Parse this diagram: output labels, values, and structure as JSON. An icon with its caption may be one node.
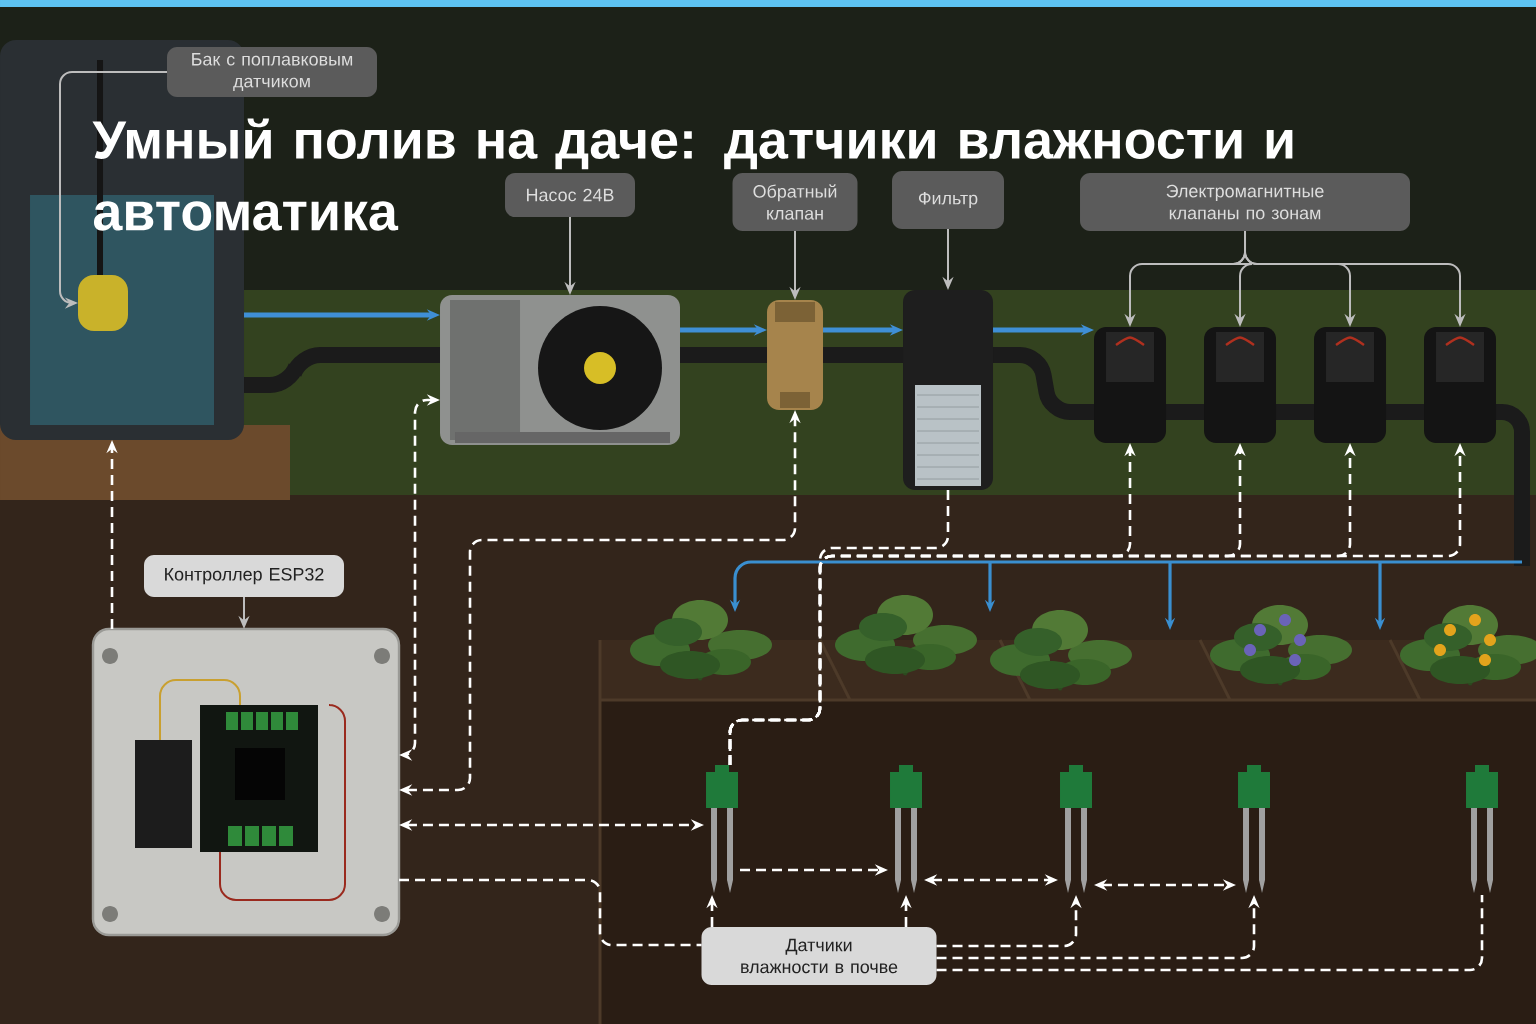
{
  "diagram": {
    "title": "Умный полив на даче: датчики влажности и автоматика",
    "nodes": [
      {
        "text": [
          "Бак с поплавковым датчиком"
        ]
      },
      {
        "text": [
          "Насос 24В"
        ]
      },
      {
        "text": [
          "Обратный клапан"
        ]
      },
      {
        "text": [
          "Фильтр"
        ]
      },
      {
        "text": [
          "Электромагнитные клапаны по зонам"
        ]
      },
      {
        "text": [
          "Контроллер ESP32"
        ]
      },
      {
        "text": [
          "Датчики влажности в почве"
        ]
      },
      {
        "text": [],
        "shape": "cylinder"
      },
      {
        "text": [],
        "shape": "cylinder",
        "in": 7
      },
      {
        "text": [],
        "shape": "picture"
      },
      {
        "text": [],
        "shape": "picture"
      },
      {
        "text": [],
        "shape": "picture"
      },
      {
        "text": [],
        "shape": "picture"
      },
      {
        "text": [],
        "shape": "picture"
      },
      {
        "text": [],
        "shape": "picture"
      },
      {
        "text": [],
        "shape": "picture"
      },
      {
        "text": [],
        "shape": "box"
      },
      {
        "text": [],
        "shape": "picture"
      },
      {
        "text": [],
        "shape": "picture"
      },
      {
        "text": [],
        "shape": "picture"
      },
      {
        "text": [],
        "shape": "picture"
      },
      {
        "text": [],
        "shape": "picture"
      }
    ],
    "edges": [
      {
        "from": 0,
        "to": 8,
        "arrow": "to",
        "color": "#bdbdbd"
      },
      {
        "from": 1,
        "to": 9,
        "arrow": "to",
        "color": "#bdbdbd"
      },
      {
        "from": 2,
        "to": 10,
        "arrow": "to",
        "color": "#bdbdbd"
      },
      {
        "from": 3,
        "to": 11,
        "arrow": "to",
        "color": "#bdbdbd"
      },
      {
        "from": 4,
        "to": 12,
        "arrow": "to",
        "color": "#bdbdbd"
      },
      {
        "from": 4,
        "to": 13,
        "arrow": "to",
        "color": "#bdbdbd"
      },
      {
        "from": 4,
        "to": 14,
        "arrow": "to",
        "color": "#bdbdbd"
      },
      {
        "from": 4,
        "to": 15,
        "arrow": "to",
        "color": "#bdbdbd"
      },
      {
        "from": 5,
        "to": 16,
        "arrow": "to",
        "color": "#bdbdbd"
      },
      {
        "from": 6,
        "to": 17,
        "arrow": "to",
        "style": "dashed"
      },
      {
        "from": 6,
        "to": 18,
        "arrow": "to",
        "style": "dashed"
      },
      {
        "from": 6,
        "to": 19,
        "arrow": "to",
        "style": "dashed"
      },
      {
        "from": 6,
        "to": 20,
        "arrow": "to",
        "style": "dashed"
      },
      {
        "from": 6,
        "to": 21,
        "arrow": "none",
        "style": "dashed"
      },
      {
        "from": 16,
        "to": 6,
        "arrow": "none",
        "style": "dashed"
      },
      {
        "from": 16,
        "to": 7,
        "arrow": "to",
        "style": "dashed"
      },
      {
        "from": 16,
        "to": 9,
        "arrow": "both",
        "style": "dashed"
      },
      {
        "from": 16,
        "to": 10,
        "arrow": "both",
        "style": "dashed"
      },
      {
        "from": 16,
        "to": 17,
        "arrow": "both",
        "style": "dashed"
      },
      {
        "from": 17,
        "to": 18,
        "arrow": "to",
        "style": "dashed"
      },
      {
        "from": 18,
        "to": 19,
        "arrow": "both",
        "style": "dashed"
      },
      {
        "from": 19,
        "to": 20,
        "arrow": "both",
        "style": "dashed"
      },
      {
        "from": 11,
        "to": 17,
        "arrow": "none",
        "style": "dashed"
      },
      {
        "from": 17,
        "to": 12,
        "arrow": "to",
        "style": "dashed"
      },
      {
        "from": 17,
        "to": 13,
        "arrow": "to",
        "style": "dashed"
      },
      {
        "from": 17,
        "to": 14,
        "arrow": "to",
        "style": "dashed"
      },
      {
        "from": 17,
        "to": 15,
        "arrow": "to",
        "style": "dashed"
      },
      {
        "from": 7,
        "to": 9,
        "arrow": "to",
        "style": "thick",
        "color": "#3f8fd6"
      },
      {
        "from": 9,
        "to": 10,
        "arrow": "to",
        "style": "thick",
        "color": "#3f8fd6"
      },
      {
        "from": 10,
        "to": 11,
        "arrow": "to",
        "style": "thick",
        "color": "#3f8fd6"
      },
      {
        "from": 11,
        "to": 12,
        "arrow": "to",
        "style": "thick",
        "color": "#3f8fd6"
      }
    ]
  }
}
